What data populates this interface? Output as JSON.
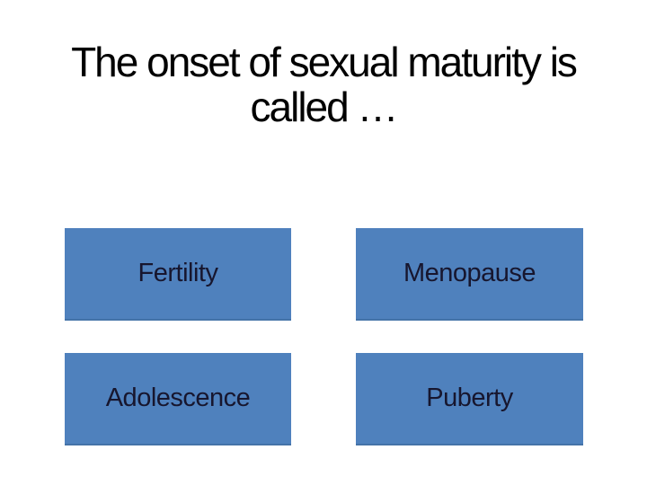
{
  "slide": {
    "title": {
      "text": "The onset of sexual maturity is called …",
      "lines": [
        "The onset of sexual maturity is",
        "called …"
      ]
    }
  },
  "answers": [
    {
      "id": "fertility",
      "label": "Fertility"
    },
    {
      "id": "menopause",
      "label": "Menopause"
    },
    {
      "id": "adolescence",
      "label": "Adolescence"
    },
    {
      "id": "puberty",
      "label": "Puberty"
    }
  ],
  "colors": {
    "background": "#ffffff",
    "title_text": "#000000",
    "box_fill": "#4f81bd",
    "box_edge": "#4473a8",
    "box_text": "#17162e"
  }
}
